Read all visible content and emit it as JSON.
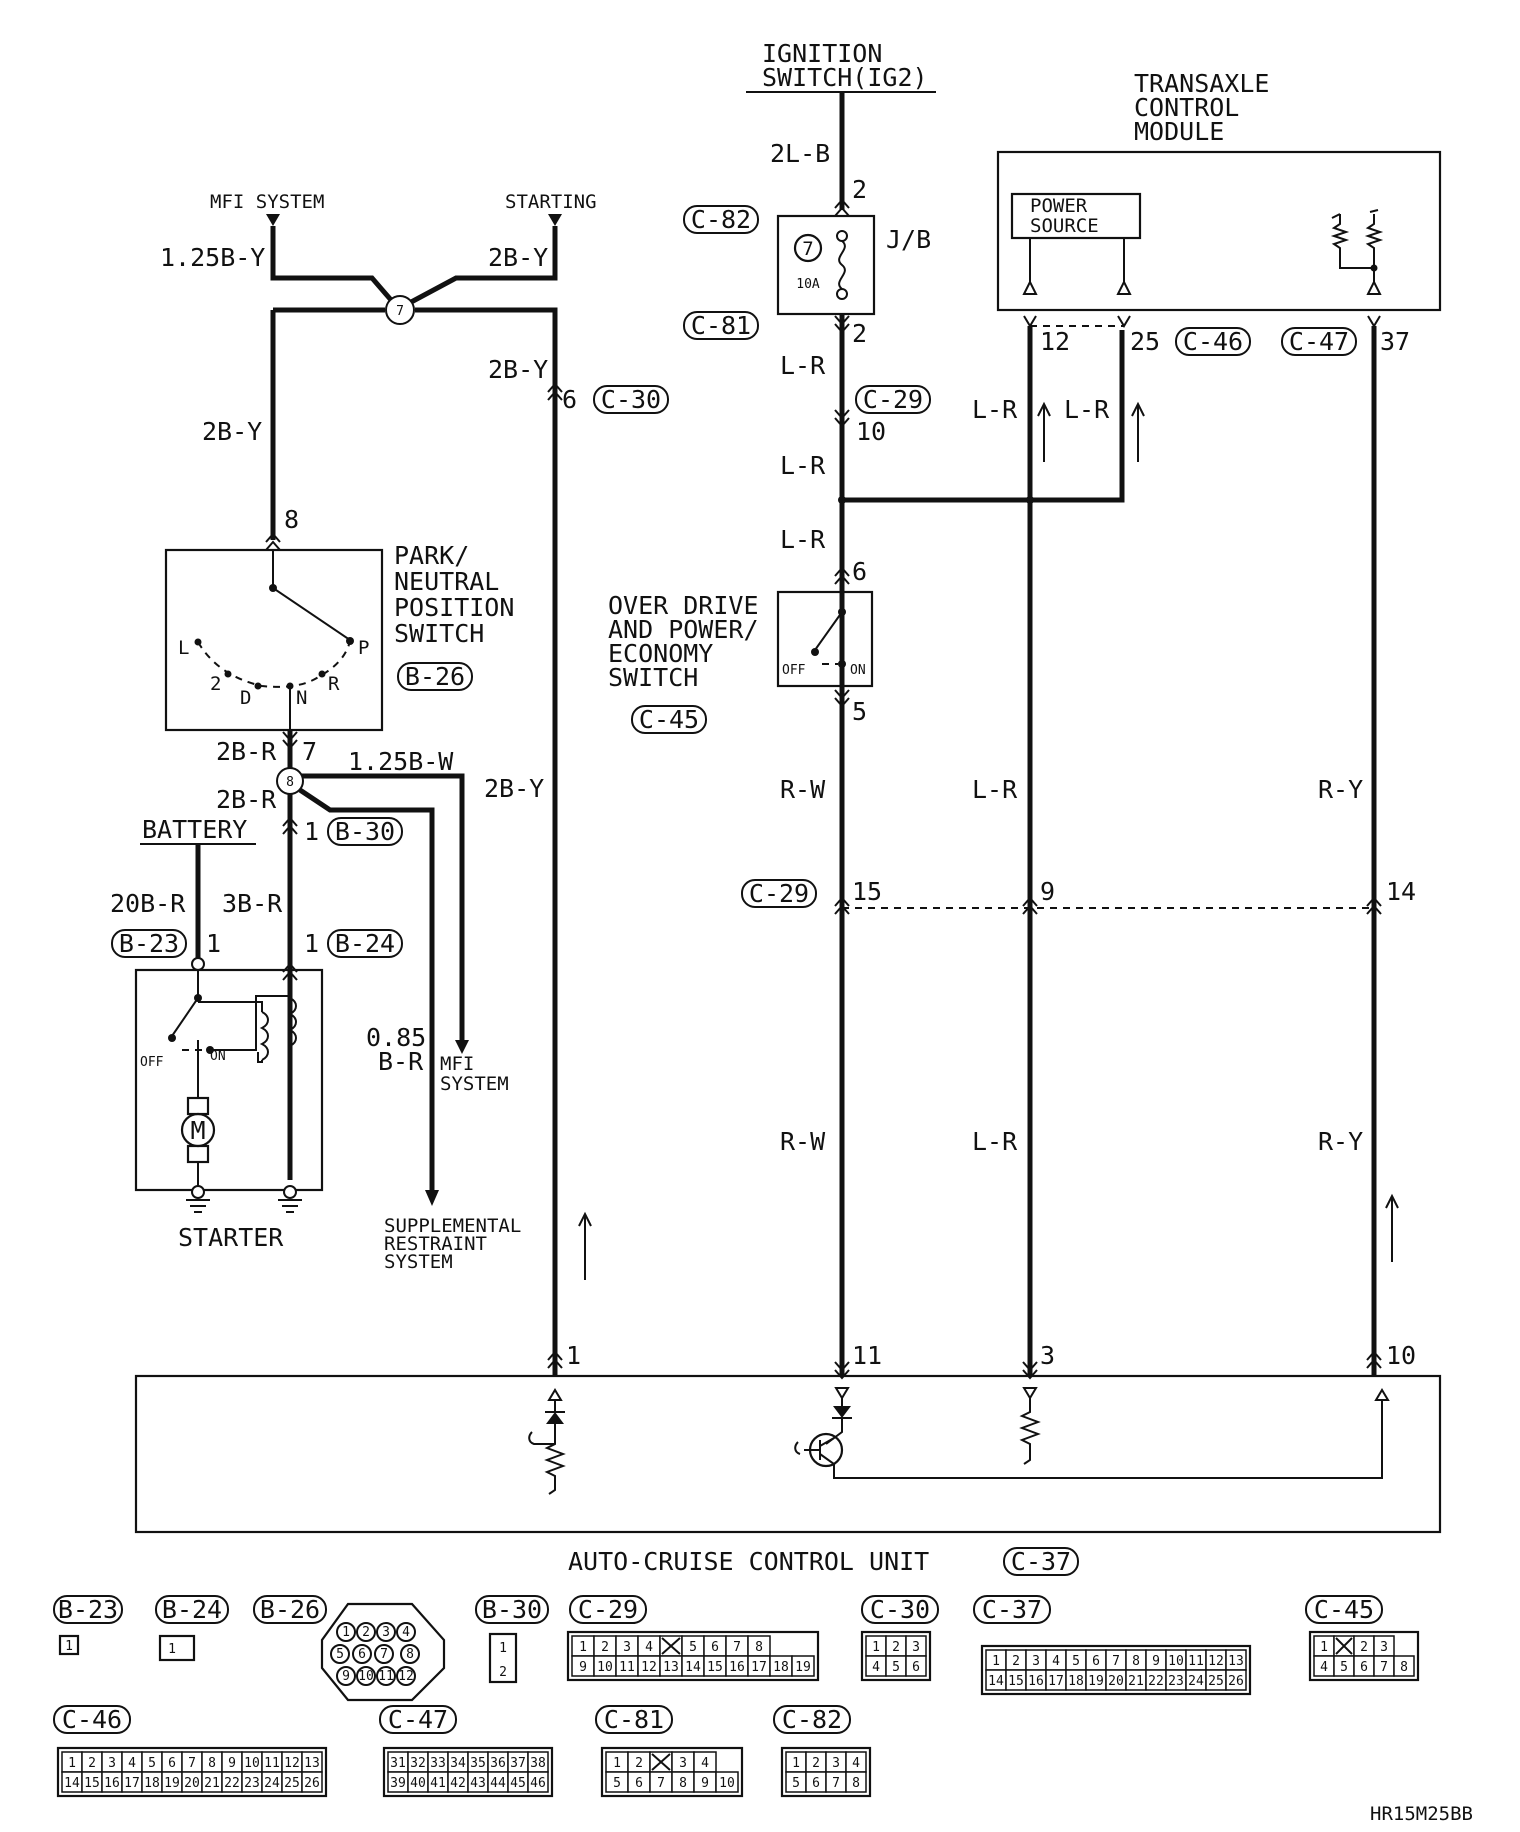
{
  "labels": {
    "ignition_switch": [
      "IGNITION",
      "SWITCH(IG2)"
    ],
    "transaxle_module": [
      "TRANSAXLE",
      "CONTROL",
      "MODULE"
    ],
    "power_source": [
      "POWER",
      "SOURCE"
    ],
    "mfi_system": "MFI SYSTEM",
    "starting": "STARTING",
    "park_neutral": [
      "PARK/",
      "NEUTRAL",
      "POSITION",
      "SWITCH"
    ],
    "od_switch": [
      "OVER DRIVE",
      "AND POWER/",
      "ECONOMY",
      "SWITCH"
    ],
    "battery": "BATTERY",
    "starter": "STARTER",
    "mfi_system_2": [
      "MFI",
      "SYSTEM"
    ],
    "srs": [
      "SUPPLEMENTAL",
      "RESTRAINT",
      "SYSTEM"
    ],
    "acu": "AUTO-CRUISE CONTROL UNIT",
    "jb": "J/B",
    "fuse_num": "7",
    "fuse_amp": "10A",
    "junction_7": "7",
    "junction_8": "8",
    "off": "OFF",
    "on": "ON",
    "motor": "M",
    "code": "HR15M25BB"
  },
  "connectors": {
    "c82": "C-82",
    "c81": "C-81",
    "c30": "C-30",
    "c29a": "C-29",
    "c29b": "C-29",
    "c46": "C-46",
    "c47": "C-47",
    "b26": "B-26",
    "c45": "C-45",
    "b30": "B-30",
    "b23": "B-23",
    "b24": "B-24",
    "c37": "C-37"
  },
  "wires": {
    "w_125by": "1.25B-Y",
    "w_2by_a": "2B-Y",
    "w_2by_b": "2B-Y",
    "w_2by_c": "2B-Y",
    "w_2by_d": "2B-Y",
    "w_2lb": "2L-B",
    "w_lr_1": "L-R",
    "w_lr_2": "L-R",
    "w_lr_3": "L-R",
    "w_lr_4": "L-R",
    "w_lr_5": "L-R",
    "w_lr_6": "L-R",
    "w_lr_7": "L-R",
    "w_2br_a": "2B-R",
    "w_2br_b": "2B-R",
    "w_125bw": "1.25B-W",
    "w_20br": "20B-R",
    "w_3br": "3B-R",
    "w_085": "0.85",
    "w_085b": "B-R",
    "w_rw_1": "R-W",
    "w_rw_2": "R-W",
    "w_ry_1": "R-Y",
    "w_ry_2": "R-Y"
  },
  "pins": {
    "p_ig_2": "2",
    "p_jb_2": "2",
    "p_c30_6": "6",
    "p_c29_10": "10",
    "p_c46_12": "12",
    "p_c46_25": "25",
    "p_c47_37": "37",
    "p_pn_8": "8",
    "p_od_6": "6",
    "p_od_5": "5",
    "p_pn_7": "7",
    "p_b30_1": "1",
    "p_b23_1": "1",
    "p_b24_1": "1",
    "p_c29_15": "15",
    "p_c29_9": "9",
    "p_c29_14": "14",
    "p_acu_1": "1",
    "p_acu_11": "11",
    "p_acu_3": "3",
    "p_acu_10": "10",
    "pn_L": "L",
    "pn_2": "2",
    "pn_D": "D",
    "pn_N": "N",
    "pn_R": "R",
    "pn_P": "P"
  },
  "connector_views": {
    "b23": {
      "label": "B-23",
      "pins": [
        "1"
      ]
    },
    "b24": {
      "label": "B-24",
      "pins": [
        "1"
      ]
    },
    "b26": {
      "label": "B-26",
      "pins": [
        "1",
        "2",
        "3",
        "4",
        "5",
        "6",
        "7",
        "8",
        "9",
        "10",
        "11",
        "12"
      ]
    },
    "b30": {
      "label": "B-30",
      "pins": [
        "1",
        "2"
      ]
    },
    "c29": {
      "label": "C-29",
      "row1": [
        "1",
        "2",
        "3",
        "4",
        "",
        "5",
        "6",
        "7",
        "8"
      ],
      "row2": [
        "9",
        "10",
        "11",
        "12",
        "13",
        "14",
        "15",
        "16",
        "17",
        "18",
        "19"
      ]
    },
    "c30": {
      "label": "C-30",
      "row1": [
        "1",
        "2",
        "3"
      ],
      "row2": [
        "4",
        "5",
        "6"
      ]
    },
    "c37": {
      "label": "C-37",
      "row1": [
        "1",
        "2",
        "3",
        "4",
        "5",
        "6",
        "7",
        "8",
        "9",
        "10",
        "11",
        "12",
        "13"
      ],
      "row2": [
        "14",
        "15",
        "16",
        "17",
        "18",
        "19",
        "20",
        "21",
        "22",
        "23",
        "24",
        "25",
        "26"
      ]
    },
    "c45": {
      "label": "C-45",
      "row1": [
        "1",
        "",
        "2",
        "3"
      ],
      "row2": [
        "4",
        "5",
        "6",
        "7",
        "8"
      ]
    },
    "c46": {
      "label": "C-46",
      "row1": [
        "1",
        "2",
        "3",
        "4",
        "5",
        "6",
        "7",
        "8",
        "9",
        "10",
        "11",
        "12",
        "13"
      ],
      "row2": [
        "14",
        "15",
        "16",
        "17",
        "18",
        "19",
        "20",
        "21",
        "22",
        "23",
        "24",
        "25",
        "26"
      ]
    },
    "c47": {
      "label": "C-47",
      "row1": [
        "31",
        "32",
        "33",
        "34",
        "35",
        "36",
        "37",
        "38"
      ],
      "row2": [
        "39",
        "40",
        "41",
        "42",
        "43",
        "44",
        "45",
        "46"
      ]
    },
    "c81": {
      "label": "C-81",
      "row1": [
        "1",
        "2",
        "",
        "3",
        "4"
      ],
      "row2": [
        "5",
        "6",
        "7",
        "8",
        "9",
        "10"
      ]
    },
    "c82": {
      "label": "C-82",
      "row1": [
        "1",
        "2",
        "3",
        "4"
      ],
      "row2": [
        "5",
        "6",
        "7",
        "8"
      ]
    }
  }
}
